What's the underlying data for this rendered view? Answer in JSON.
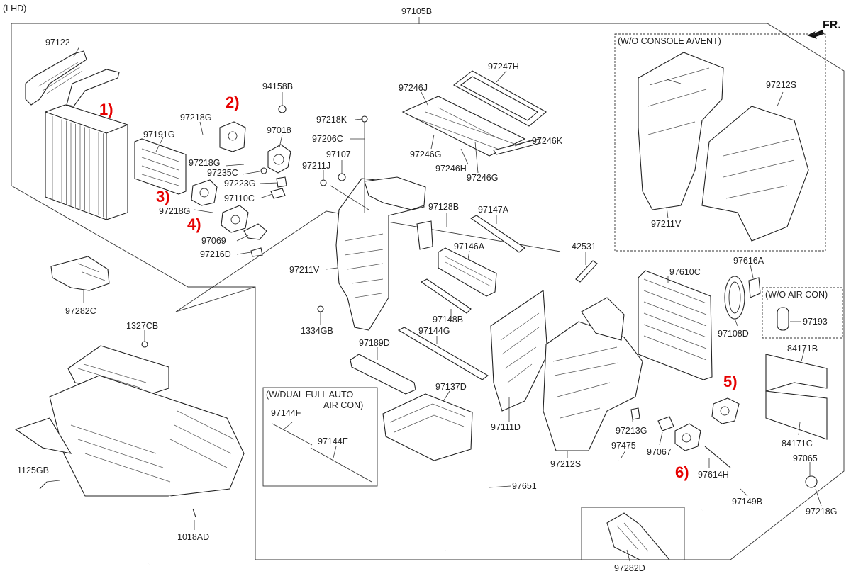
{
  "header": {
    "variant": "(LHD)",
    "assembly": "97105B",
    "direction": "FR."
  },
  "markers": {
    "m1": "1)",
    "m2": "2)",
    "m3": "3)",
    "m4": "4)",
    "m5": "5)",
    "m6": "6)"
  },
  "boxes": {
    "console": "(W/O CONSOLE A/VENT)",
    "aircon": "(W/O AIR CON)",
    "dual_line1": "(W/DUAL FULL AUTO",
    "dual_line2": "AIR CON)"
  },
  "labels": {
    "p97122": "97122",
    "p97218G_a": "97218G",
    "p97191G": "97191G",
    "p97218G_b": "97218G",
    "p97235C": "97235C",
    "p97223G": "97223G",
    "p97110C": "97110C",
    "p97218G_c": "97218G",
    "p97069": "97069",
    "p97216D": "97216D",
    "p94158B": "94158B",
    "p97018": "97018",
    "p97218K": "97218K",
    "p97206C": "97206C",
    "p97107": "97107",
    "p97211J": "97211J",
    "p97246J": "97246J",
    "p97247H": "97247H",
    "p97246G_a": "97246G",
    "p97246H": "97246H",
    "p97246G_b": "97246G",
    "p97246K": "97246K",
    "p97128B": "97128B",
    "p97147A": "97147A",
    "p97146A": "97146A",
    "p97211V_a": "97211V",
    "p97211V_b": "97211V",
    "p97212S_a": "97212S",
    "p97282C": "97282C",
    "p1327CB": "1327CB",
    "p1334GB": "1334GB",
    "p97148B": "97148B",
    "p97144G": "97144G",
    "p97189D": "97189D",
    "p97137D": "97137D",
    "p97144F": "97144F",
    "p97144E": "97144E",
    "p97651": "97651",
    "p97111D": "97111D",
    "p42531": "42531",
    "p97610C": "97610C",
    "p97616A": "97616A",
    "p97108D": "97108D",
    "p97193": "97193",
    "p84171B": "84171B",
    "p84171C": "84171C",
    "p97065": "97065",
    "p97218G_d": "97218G",
    "p97149B": "97149B",
    "p97614H": "97614H",
    "p97067": "97067",
    "p97213G": "97213G",
    "p97475": "97475",
    "p97212S_b": "97212S",
    "p1125GB": "1125GB",
    "p1018AD": "1018AD",
    "p97282D": "97282D"
  }
}
